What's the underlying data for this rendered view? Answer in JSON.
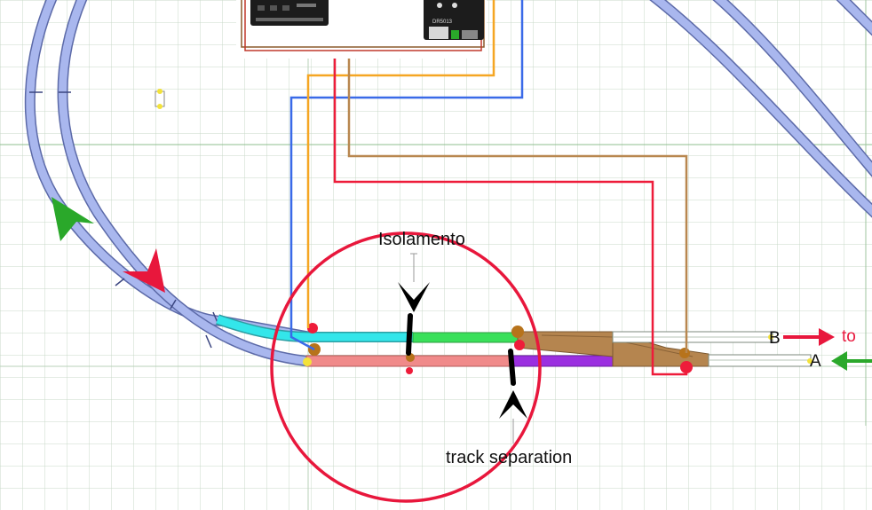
{
  "labels": {
    "isolation": "Isolamento",
    "separation": "track separation",
    "track_b": "B",
    "track_a": "A",
    "to": "to"
  },
  "modules": {
    "right_module_text": "DR5013"
  },
  "colors": {
    "grid": "#c8d8c8",
    "grid_major": "#8fbf8f",
    "track": "#a9b7ee",
    "track_edge": "#5c6aa8",
    "cyan_section": "#33e6ea",
    "green_section": "#39e05a",
    "pink_section": "#f08a8a",
    "purple_section": "#9b2fe0",
    "turnout": "#b5854f",
    "wire_orange": "#f5a623",
    "wire_blue": "#3a6ae8",
    "wire_red": "#ee1c3a",
    "wire_brown": "#b8874f",
    "circle": "#e8173c",
    "arrow_green": "#2aa82a",
    "arrow_red": "#e8173c"
  }
}
